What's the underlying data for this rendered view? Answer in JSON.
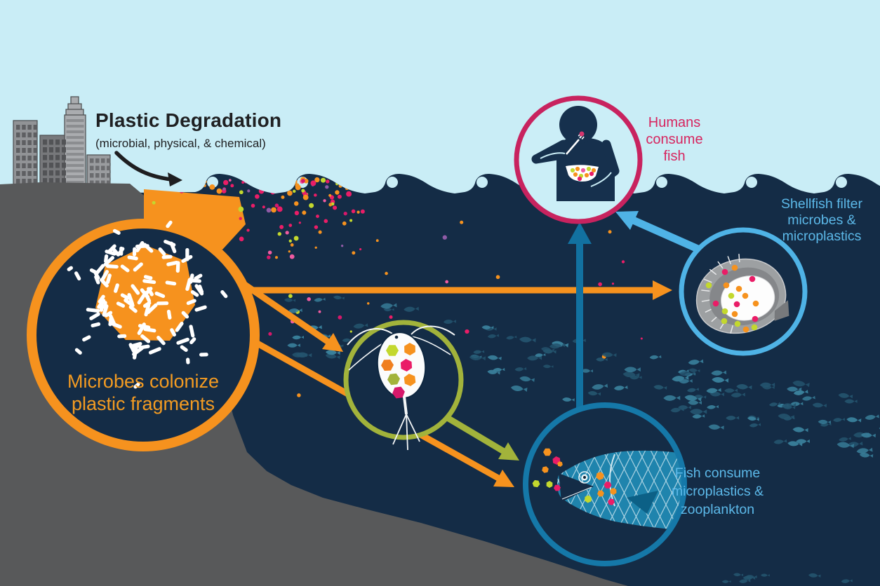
{
  "diagram": {
    "title": "Plastic Degradation",
    "subtitle": "(microbial, physical, & chemical)",
    "nodes": {
      "microbes": {
        "label_lines": [
          "Microbes colonize",
          "plastic fragments"
        ],
        "ring_color": "#f6921e"
      },
      "zooplankton": {
        "label_lines": [],
        "ring_color": "#a2b33b"
      },
      "fish": {
        "label_lines": [
          "Fish consume",
          "microplastics &",
          "zooplankton"
        ],
        "ring_color": "#1578a8"
      },
      "shellfish": {
        "label_lines": [
          "Shellfish filter",
          "microbes &",
          "microplastics"
        ],
        "ring_color": "#4fb3e6"
      },
      "humans": {
        "label_lines": [
          "Humans",
          "consume",
          "fish"
        ],
        "ring_color": "#c8235f"
      }
    },
    "flows": [
      {
        "from": "microbes",
        "to": "shellfish",
        "color": "#f6921e"
      },
      {
        "from": "microbes",
        "to": "zooplankton",
        "color": "#f6921e"
      },
      {
        "from": "microbes",
        "to": "fish",
        "color": "#f6921e"
      },
      {
        "from": "zooplankton",
        "to": "fish",
        "color": "#a2b33b"
      },
      {
        "from": "fish",
        "to": "humans",
        "color": "#1271a0"
      },
      {
        "from": "shellfish",
        "to": "humans",
        "color": "#4fb3e6"
      },
      {
        "from": "city-plastic-degradation",
        "to": "ocean-surface",
        "color": "#1e1e20"
      }
    ]
  },
  "palette": {
    "sky": "#c9edf6",
    "ocean": "#142c46",
    "seafloor": "#58595a",
    "orange": "#f6921e",
    "olive": "#a2b33b",
    "teal": "#1271a0",
    "light_blue": "#4fb3e6",
    "crimson": "#c8235f",
    "pink_text": "#d7255f",
    "blue_text": "#5cb9e9",
    "title_text": "#1f2022",
    "label_orange": "#f39b22",
    "dot_colors": [
      "#f6921e",
      "#ea1d67",
      "#c3d82e",
      "#d6186b",
      "#ef5ba1",
      "#8f5ba6"
    ],
    "fish_bright": "#39809b",
    "fish_dim": "#24546e",
    "human_circle_fill": "#cbeef7"
  }
}
